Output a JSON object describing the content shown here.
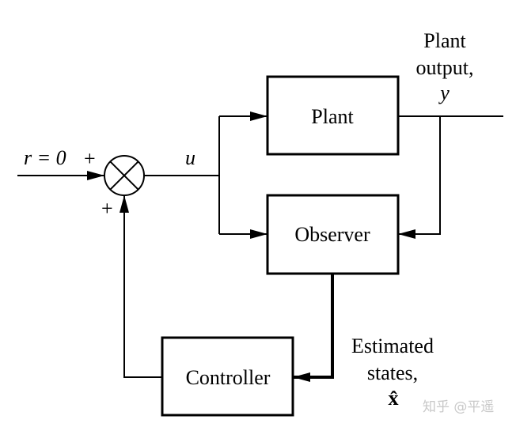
{
  "blocks": {
    "plant": "Plant",
    "observer": "Observer",
    "controller": "Controller"
  },
  "signals": {
    "reference": "r = 0",
    "control": "u",
    "plus_top": "+",
    "plus_bottom": "+",
    "output_line1": "Plant",
    "output_line2": "output,",
    "output_symbol": "y",
    "estimate_line1": "Estimated",
    "estimate_line2": "states,",
    "estimate_symbol": "x̂"
  },
  "watermark": "知乎 @平遥"
}
